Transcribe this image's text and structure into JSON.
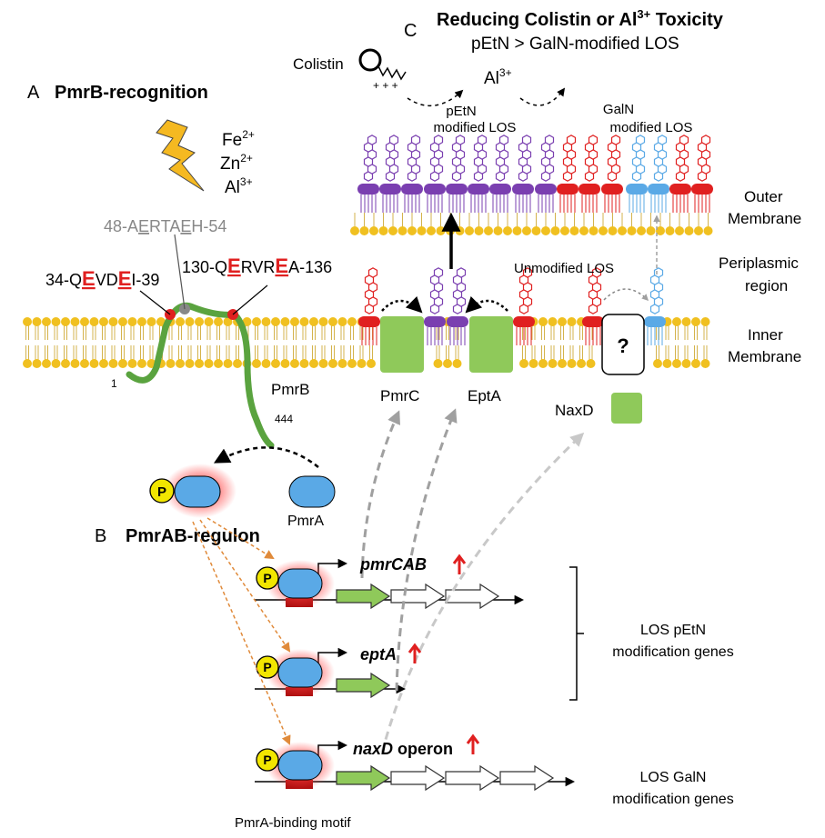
{
  "section_a": {
    "letter": "A",
    "title": "PmrB-recognition"
  },
  "section_b": {
    "letter": "B",
    "title": "PmrAB-regulon"
  },
  "section_c": {
    "letter": "C",
    "title": "Reducing Colistin or Al",
    "title_sup": "3+",
    "title_end": " Toxicity",
    "subtitle": "pEtN > GalN-modified LOS"
  },
  "metals": [
    {
      "base": "Fe",
      "charge": "2+"
    },
    {
      "base": "Zn",
      "charge": "2+"
    },
    {
      "base": "Al",
      "charge": "3+"
    }
  ],
  "colistin": {
    "label": "Colistin",
    "charges": "+ + +"
  },
  "al_ion": {
    "base": "Al",
    "charge": "3+"
  },
  "motifs": {
    "m1": {
      "pre": "34-Q",
      "e1": "E",
      "mid": "VD",
      "e2": "E",
      "post": "I-39"
    },
    "m2": {
      "pre": "48-A",
      "e1": "E",
      "mid": "RTA",
      "e2": "E",
      "post": "H-54"
    },
    "m3": {
      "pre": "130-Q",
      "e1": "E",
      "mid": "RVR",
      "e2": "E",
      "post": "A-136"
    }
  },
  "pmrb": {
    "label": "PmrB",
    "start": "1",
    "end": "444"
  },
  "labels": {
    "petn_los": [
      "pEtN",
      "modified LOS"
    ],
    "galn_los": [
      "GalN",
      "modified LOS"
    ],
    "unmodified_los": "Unmodified LOS",
    "outer_membrane": [
      "Outer",
      "Membrane"
    ],
    "periplasmic": [
      "Periplasmic",
      "region"
    ],
    "inner_membrane": [
      "Inner",
      "Membrane"
    ],
    "pmrc": "PmrC",
    "epta": "EptA",
    "naxd": "NaxD",
    "unknown": "?",
    "pmra": "PmrA",
    "phospho": "P",
    "binding_motif": "PmrA-binding motif"
  },
  "genes": {
    "pmrcab": "pmrCAB",
    "epta": "eptA",
    "naxd": "naxD",
    "naxd_suffix": " operon",
    "petn_group": [
      "LOS pEtN",
      "modification genes"
    ],
    "galn_group": [
      "LOS GalN",
      "modification genes"
    ]
  },
  "colors": {
    "green": "#8fc95a",
    "green_dark": "#5aa33f",
    "blue": "#5aa9e6",
    "yellow": "#f2e600",
    "red": "#e02020",
    "purple": "#7a3fb0",
    "lipid_yellow": "#f0c020",
    "gray_arrow": "#a0a0a0",
    "orange_dash": "#e08a3a"
  }
}
